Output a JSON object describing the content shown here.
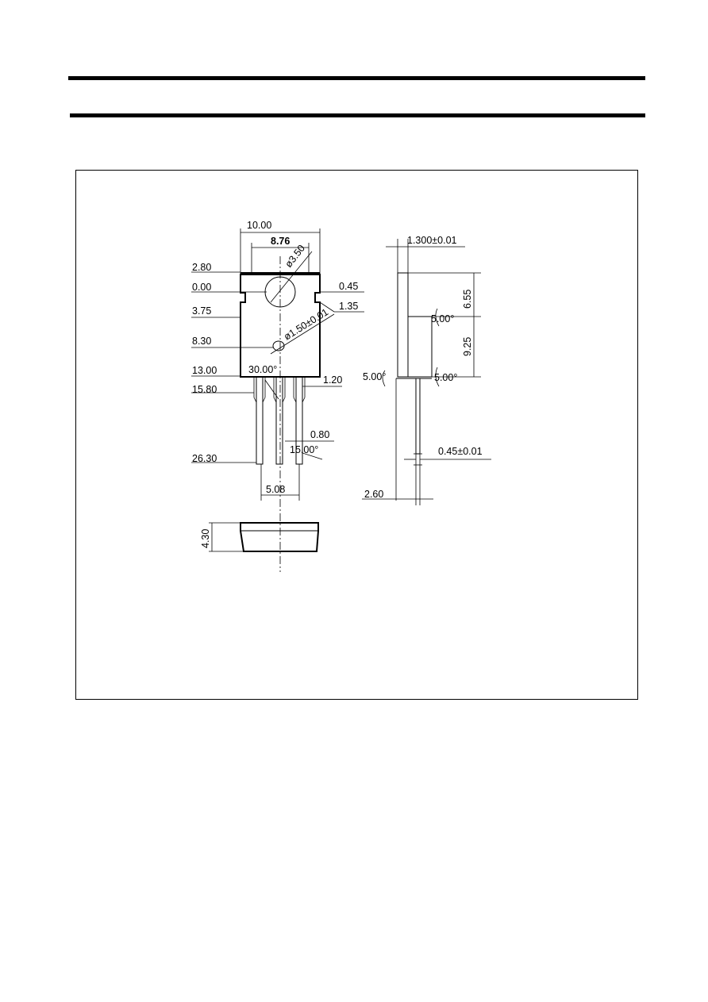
{
  "drawing": {
    "front": {
      "width_total": "10.00",
      "width_inner": "8.76",
      "hole_dia": "ø3.50",
      "y_2_80": "2.80",
      "y_0_00": "0.00",
      "y_0_45": "0.45",
      "y_1_35": "1.35",
      "y_3_75": "3.75",
      "small_hole": "ø1.50±0.01",
      "y_8_30": "8.30",
      "y_13_00": "13.00",
      "angle_30": "30.00°",
      "lead_1_20": "1.20",
      "y_15_80": "15.80",
      "lead_0_80": "0.80",
      "angle_15": "15.00°",
      "y_26_30": "26.30",
      "pitch": "5.08"
    },
    "bottom": {
      "thickness": "4.30"
    },
    "side": {
      "tab_thick": "1.300±0.01",
      "h_6_55": "6.55",
      "angle_top": "5.00°",
      "h_9_25": "9.25",
      "angle_left": "5.00°",
      "angle_right": "5.00°",
      "lead_thick": "0.45±0.01",
      "offset": "2.60"
    }
  }
}
